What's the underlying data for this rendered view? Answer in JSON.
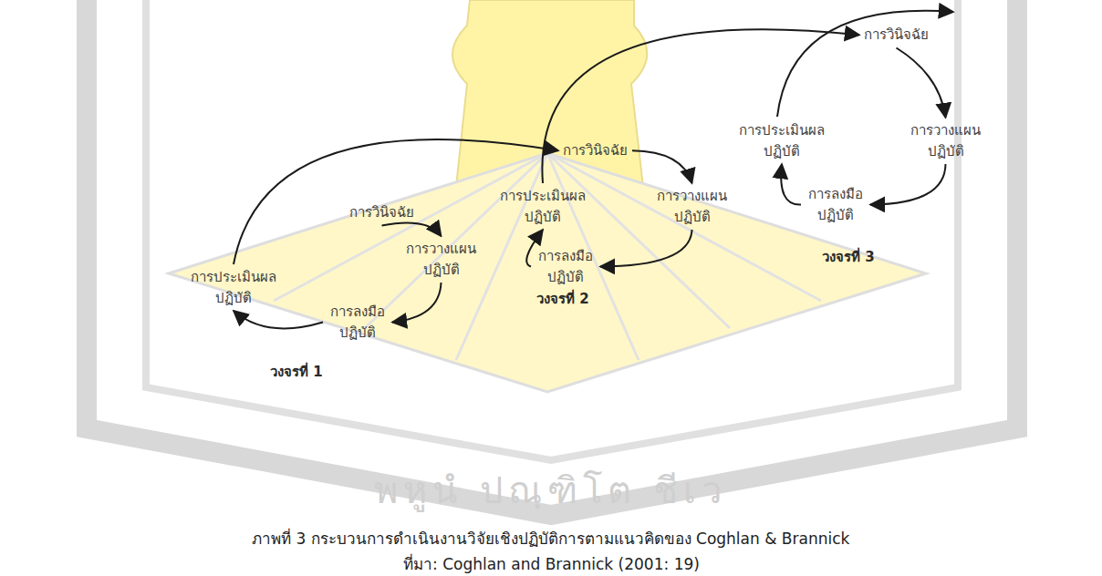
{
  "diagram": {
    "caption": "ภาพที่ 3 กระบวนการดำเนินงานวิจัยเชิงปฏิบัติการตามแนวคิดของ Coghlan & Brannick",
    "nodes": [
      {
        "text": [
          "การวินิจฉัย"
        ]
      },
      {
        "text": [
          "การวางแผน ปฏิบัติ"
        ]
      },
      {
        "text": [
          "การลงมือ ปฏิบัติ"
        ]
      },
      {
        "text": [
          "การประเมินผล ปฏิบัติ"
        ]
      },
      {
        "text": [
          "การวินิจฉัย"
        ]
      },
      {
        "text": [
          "การวางแผน ปฏิบัติ"
        ]
      },
      {
        "text": [
          "การลงมือ ปฏิบัติ"
        ]
      },
      {
        "text": [
          "การประเมินผล ปฏิบัติ"
        ]
      },
      {
        "text": [
          "การวินิจฉัย"
        ]
      },
      {
        "text": [
          "การวางแผน ปฏิบัติ"
        ]
      },
      {
        "text": [
          "การลงมือ ปฏิบัติ"
        ]
      },
      {
        "text": [
          "การประเมินผล ปฏิบัติ"
        ]
      }
    ],
    "edges": [
      {
        "from": 0,
        "to": 1,
        "arrow": "to"
      },
      {
        "from": 1,
        "to": 2,
        "arrow": "to"
      },
      {
        "from": 2,
        "to": 3,
        "arrow": "to"
      },
      {
        "from": 3,
        "to": 4,
        "arrow": "to"
      },
      {
        "from": 4,
        "to": 5,
        "arrow": "to"
      },
      {
        "from": 5,
        "to": 6,
        "arrow": "to"
      },
      {
        "from": 6,
        "to": 7,
        "arrow": "to"
      },
      {
        "from": 7,
        "to": 8,
        "arrow": "to"
      },
      {
        "from": 8,
        "to": 9,
        "arrow": "to"
      },
      {
        "from": 9,
        "to": 10,
        "arrow": "to"
      },
      {
        "from": 10,
        "to": 11,
        "arrow": "to"
      }
    ],
    "labels": [
      "วงจรที่ 1",
      "วงจรที่ 2",
      "วงจรที่ 3",
      "พหูนํ ปณฺฑิโต ชีเว",
      "ที่มา: Coghlan and Brannick (2001: 19)"
    ]
  }
}
